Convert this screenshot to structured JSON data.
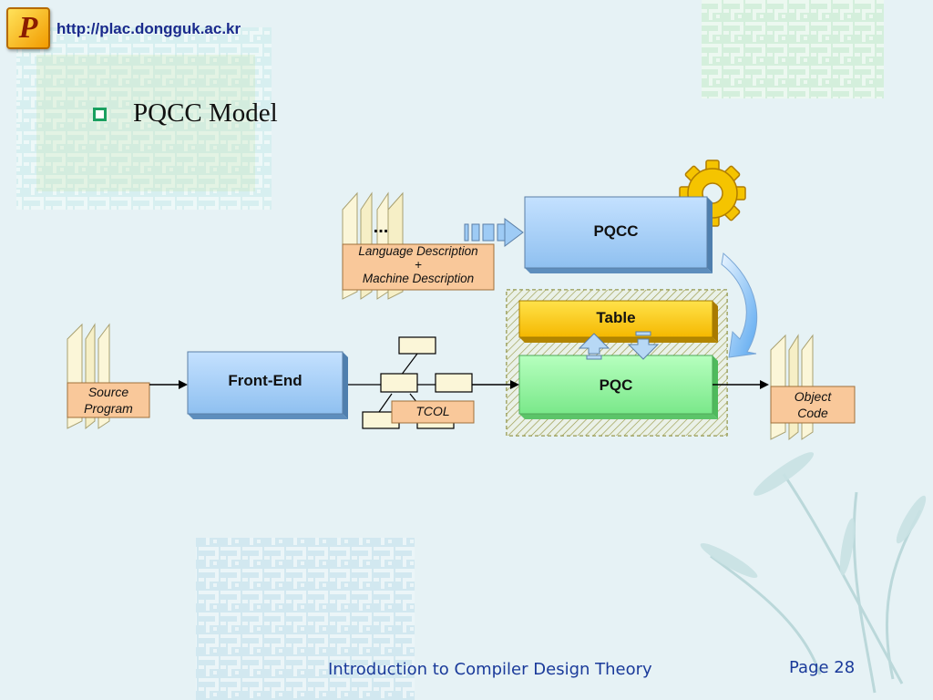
{
  "header": {
    "url": "http://plac.dongguk.ac.kr",
    "logo_letter": "P"
  },
  "slide": {
    "bullet_title": "PQCC Model"
  },
  "diagram": {
    "pqcc_label": "PQCC",
    "lang_desc_line1": "Language Description",
    "lang_desc_plus": "+",
    "lang_desc_line2": "Machine Description",
    "ellipsis": "...",
    "table_label": "Table",
    "pqc_label": "PQC",
    "front_end_label": "Front-End",
    "source_line1": "Source",
    "source_line2": "Program",
    "tcol_label": "TCOL",
    "object_line1": "Object",
    "object_line2": "Code"
  },
  "footer": {
    "title": "Introduction to Compiler Design Theory",
    "page": "Page 28"
  },
  "colors": {
    "pqcc_blue": "#9ecbf5",
    "table_yellow": "#ffd000",
    "pqc_green": "#8ff59a",
    "note_orange": "#f9c89a"
  }
}
